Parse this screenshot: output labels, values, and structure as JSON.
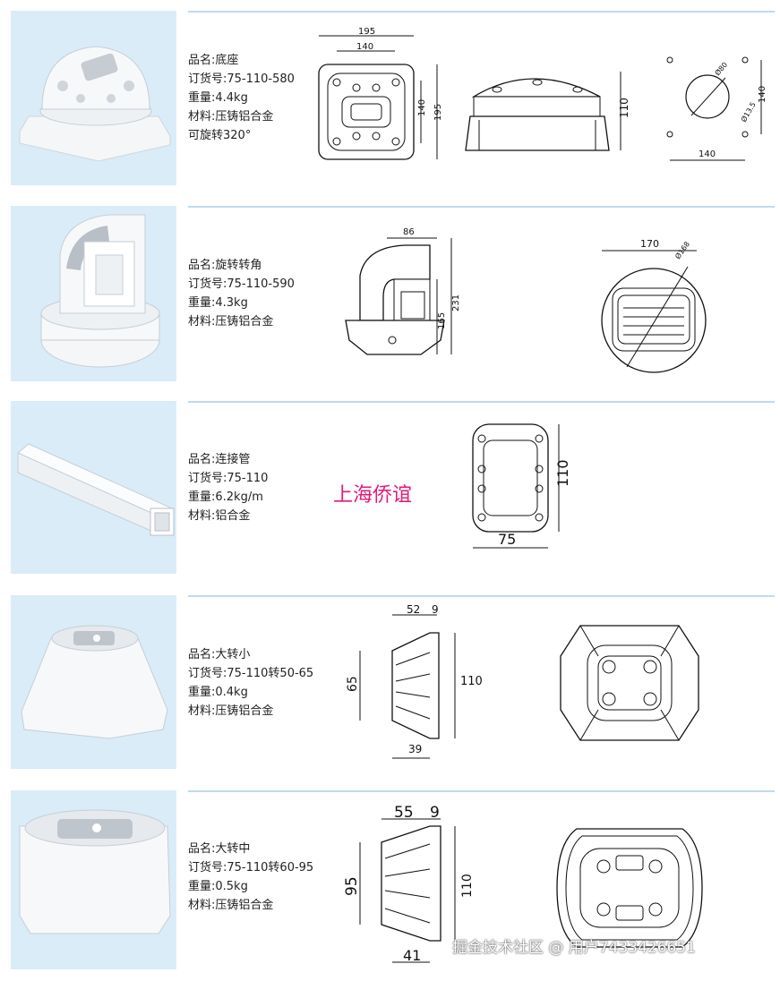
{
  "products": [
    {
      "name": "品名:底座",
      "order_no": "订货号:75-110-580",
      "weight": "重量:4.4kg",
      "material": "材料:压铸铝合金",
      "extra": "可旋转320°",
      "dims": {
        "top_width": "195",
        "inner_width": "140",
        "side_a": "140",
        "side_b": "195",
        "height": "110",
        "hole_big": "Ø80",
        "hole_small": "Ø13.5",
        "pitch_v": "140",
        "pitch_h": "140"
      }
    },
    {
      "name": "品名:旋转转角",
      "order_no": "订货号:75-110-590",
      "weight": "重量:4.3kg",
      "material": "材料:压铸铝合金",
      "dims": {
        "depth": "86",
        "h1": "165",
        "h2": "231",
        "width": "170",
        "dia": "Ø168"
      }
    },
    {
      "name": "品名:连接管",
      "order_no": "订货号:75-110",
      "weight": "重量:6.2kg/m",
      "material": "材料:铝合金",
      "dims": {
        "height": "110",
        "width": "75"
      }
    },
    {
      "name": "品名:大转小",
      "order_no": "订货号:75-110转50-65",
      "weight": "重量:0.4kg",
      "material": "材料:压铸铝合金",
      "dims": {
        "d1": "52",
        "d2": "9",
        "left_h": "65",
        "right_h": "110",
        "bottom": "39"
      }
    },
    {
      "name": "品名:大转中",
      "order_no": "订货号:75-110转60-95",
      "weight": "重量:0.5kg",
      "material": "材料:压铸铝合金",
      "dims": {
        "d1": "55",
        "d2": "9",
        "left_h": "95",
        "right_h": "110",
        "bottom": "41"
      }
    }
  ],
  "watermark": "上海侨谊",
  "footer": "掘金技术社区 @ 用户7433426651"
}
